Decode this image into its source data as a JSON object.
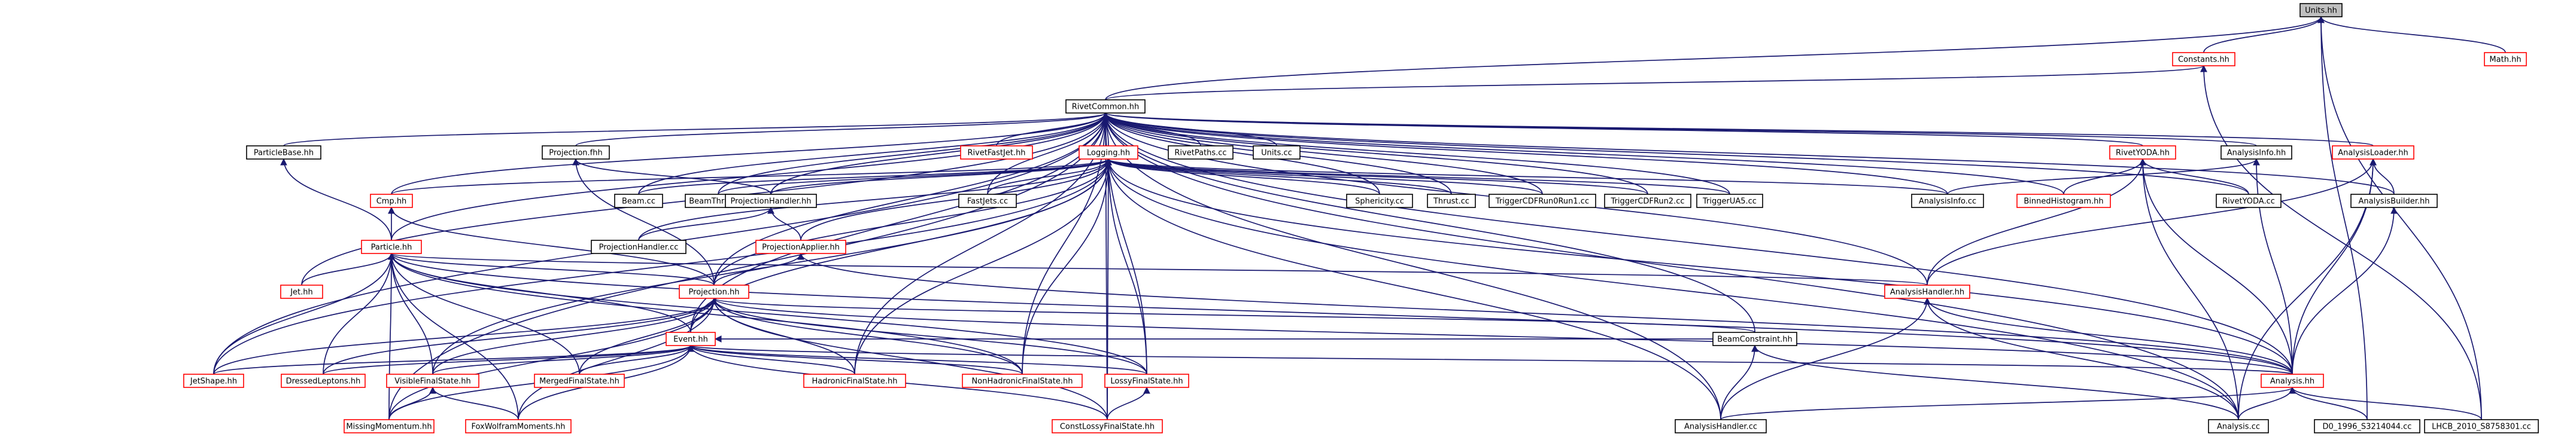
{
  "title": "Units.hh",
  "colors": {
    "edge": "#191970",
    "link_border": "#ff0000",
    "node_border": "#000000",
    "root_fill": "#bfbfbf"
  },
  "nodes": {
    "units_hh": {
      "label": "Units.hh"
    },
    "constants_hh": {
      "label": "Constants.hh"
    },
    "math_hh": {
      "label": "Math.hh"
    },
    "rivetcommon_hh": {
      "label": "RivetCommon.hh"
    },
    "particlebase_hh": {
      "label": "ParticleBase.hh"
    },
    "projection_fhh": {
      "label": "Projection.fhh"
    },
    "rivetfastjet_hh": {
      "label": "RivetFastJet.hh"
    },
    "logging_hh": {
      "label": "Logging.hh"
    },
    "rivetpaths_cc": {
      "label": "RivetPaths.cc"
    },
    "units_cc": {
      "label": "Units.cc"
    },
    "rivetyoda_hh": {
      "label": "RivetYODA.hh"
    },
    "analysisinfo_hh": {
      "label": "AnalysisInfo.hh"
    },
    "analysisloader_hh": {
      "label": "AnalysisLoader.hh"
    },
    "cmp_hh": {
      "label": "Cmp.hh"
    },
    "beam_cc": {
      "label": "Beam.cc"
    },
    "beamthrust_cc": {
      "label": "BeamThrust.cc"
    },
    "fastjets_cc": {
      "label": "FastJets.cc"
    },
    "sphericity_cc": {
      "label": "Sphericity.cc"
    },
    "thrust_cc": {
      "label": "Thrust.cc"
    },
    "triggercdfrun0run1_cc": {
      "label": "TriggerCDFRun0Run1.cc"
    },
    "triggercdfrun2_cc": {
      "label": "TriggerCDFRun2.cc"
    },
    "triggerua5_cc": {
      "label": "TriggerUA5.cc"
    },
    "analysisinfo_cc": {
      "label": "AnalysisInfo.cc"
    },
    "binnedhistogram_hh": {
      "label": "BinnedHistogram.hh"
    },
    "rivetyoda_cc": {
      "label": "RivetYODA.cc"
    },
    "analysisbuilder_hh": {
      "label": "AnalysisBuilder.hh"
    },
    "projectionhandler_hh": {
      "label": "ProjectionHandler.hh"
    },
    "particle_hh": {
      "label": "Particle.hh"
    },
    "projectionhandler_cc": {
      "label": "ProjectionHandler.cc"
    },
    "projectionapplier_hh": {
      "label": "ProjectionApplier.hh"
    },
    "jet_hh": {
      "label": "Jet.hh"
    },
    "projection_hh": {
      "label": "Projection.hh"
    },
    "analysishandler_hh": {
      "label": "AnalysisHandler.hh"
    },
    "event_hh": {
      "label": "Event.hh"
    },
    "beamconstraint_hh": {
      "label": "BeamConstraint.hh"
    },
    "jetshape_hh": {
      "label": "JetShape.hh"
    },
    "dressedleptons_hh": {
      "label": "DressedLeptons.hh"
    },
    "visiblefinalstate_hh": {
      "label": "VisibleFinalState.hh"
    },
    "mergedfinalstate_hh": {
      "label": "MergedFinalState.hh"
    },
    "hadronicfinalstate_hh": {
      "label": "HadronicFinalState.hh"
    },
    "nonhadronicfinalstate_hh": {
      "label": "NonHadronicFinalState.hh"
    },
    "lossyfinalstate_hh": {
      "label": "LossyFinalState.hh"
    },
    "analysis_hh": {
      "label": "Analysis.hh"
    },
    "missingmomentum_hh": {
      "label": "MissingMomentum.hh"
    },
    "foxwolframmoments_hh": {
      "label": "FoxWolframMoments.hh"
    },
    "constlossyfinalstate_hh": {
      "label": "ConstLossyFinalState.hh"
    },
    "analysishandler_cc": {
      "label": "AnalysisHandler.cc"
    },
    "analysis_cc": {
      "label": "Analysis.cc"
    },
    "d0_1996_s3214044_cc": {
      "label": "D0_1996_S3214044.cc"
    },
    "lhcb_2010_s8758301_cc": {
      "label": "LHCB_2010_S8758301.cc"
    }
  }
}
